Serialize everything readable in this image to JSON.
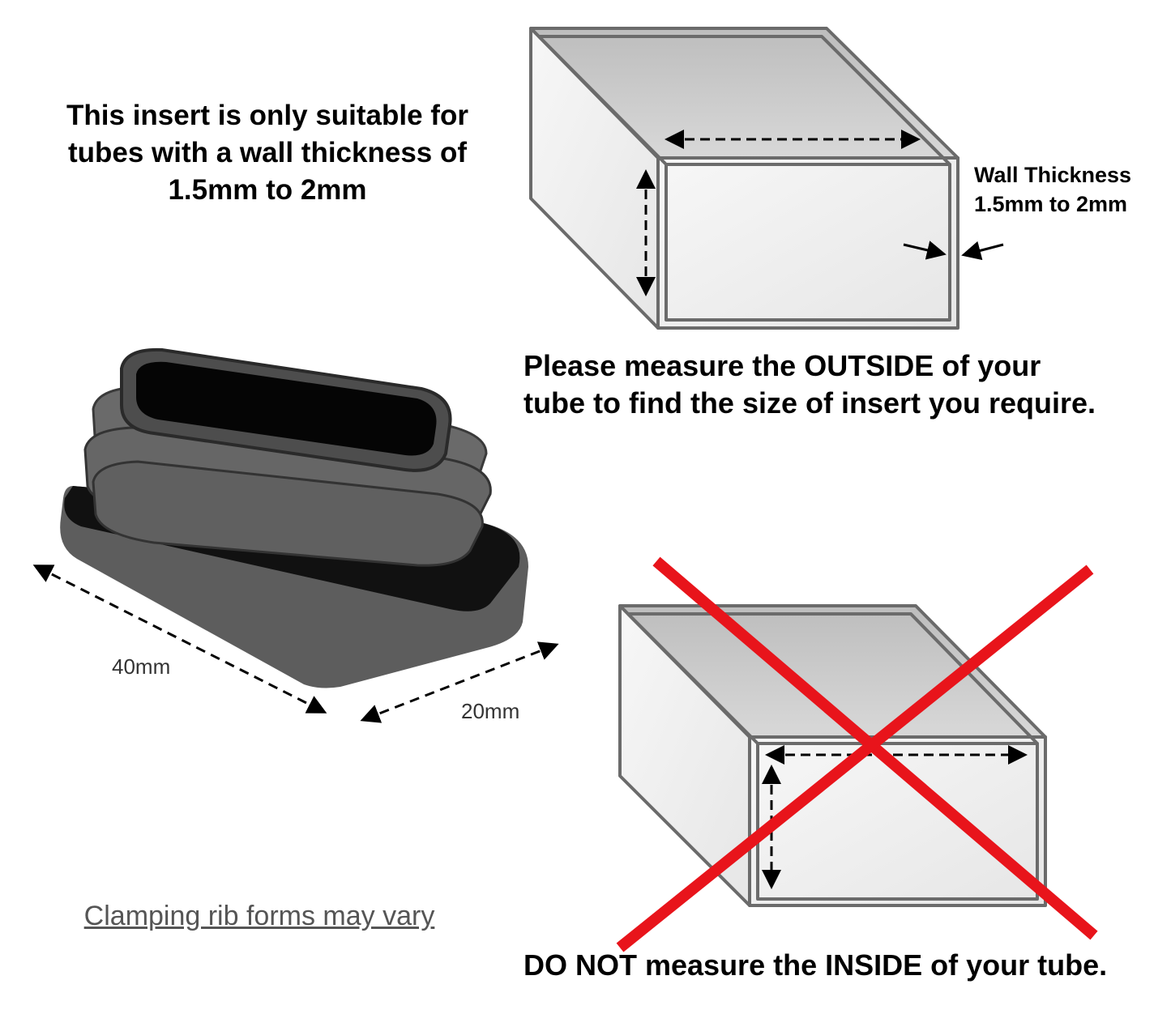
{
  "heading": {
    "lines": [
      "This insert is only suitable for",
      "tubes with a wall thickness of",
      "1.5mm to 2mm"
    ]
  },
  "wall_thickness": {
    "lines": [
      "Wall Thickness",
      "1.5mm to 2mm"
    ]
  },
  "outside_instruction": {
    "lines": [
      "Please measure the OUTSIDE of your",
      "tube to find the size of insert you require."
    ]
  },
  "inside_warning": "DO NOT measure the INSIDE of your tube.",
  "dimensions": {
    "length": "40mm",
    "width": "20mm"
  },
  "note": "Clamping rib forms may vary",
  "colors": {
    "cross": "#e8141b",
    "outline": "#6b6b6b"
  }
}
